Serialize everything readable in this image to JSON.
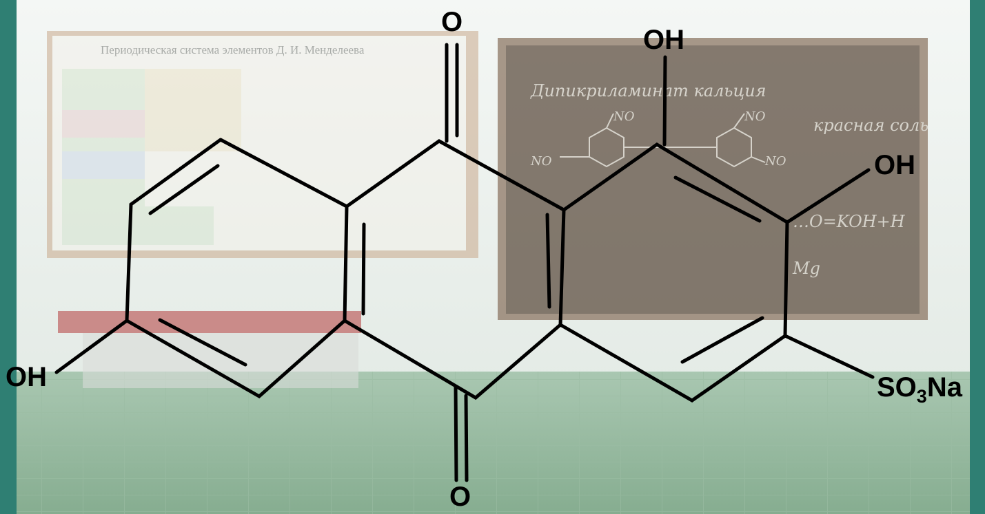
{
  "atoms": {
    "o_top": "O",
    "o_bottom": "O",
    "oh_top": "OH",
    "oh_right": "OH",
    "oh_left": "OH",
    "so3na": {
      "pre": "SO",
      "sub": "3",
      "post": "Na"
    }
  },
  "background": {
    "table_title": "Периодическая система элементов Д. И. Менделеева",
    "board_title": "Дипикриламинат кальция",
    "board_caption": "красная соль",
    "board_equation": "…O=KOH+H",
    "board_symbol": "Mg",
    "board_groups": [
      "NO",
      "NO",
      "NO",
      "NO"
    ]
  },
  "colors": {
    "frame": "#2f7f73",
    "wall": "#e9eeeb",
    "floor": "#7fa88b",
    "board": "#5a4a3c",
    "bond": "#000000"
  }
}
